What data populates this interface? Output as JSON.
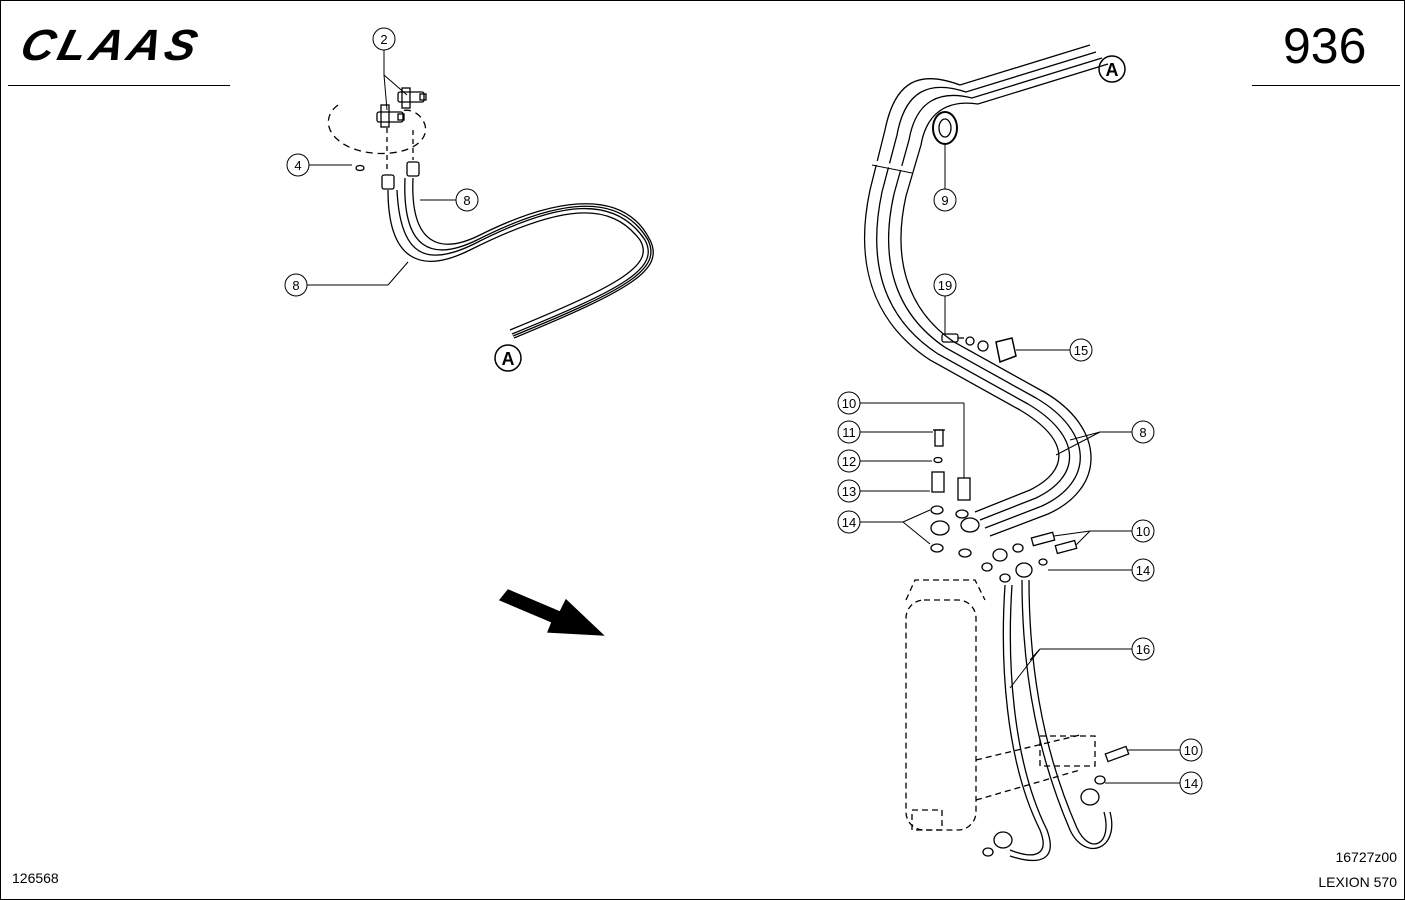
{
  "header": {
    "brand": "CLAAS",
    "page_number": "936"
  },
  "footer": {
    "doc_id": "126568",
    "drawing_id": "16727z00",
    "model": "LEXION 570"
  },
  "references": {
    "a_left": "A",
    "a_right": "A"
  },
  "callouts": {
    "c2": "2",
    "c4": "4",
    "c8a": "8",
    "c8b": "8",
    "c8c": "8",
    "c9": "9",
    "c19": "19",
    "c15": "15",
    "c10a": "10",
    "c11": "11",
    "c12": "12",
    "c13": "13",
    "c14a": "14",
    "c10b": "10",
    "c14b": "14",
    "c16": "16",
    "c10c": "10",
    "c14c": "14"
  }
}
